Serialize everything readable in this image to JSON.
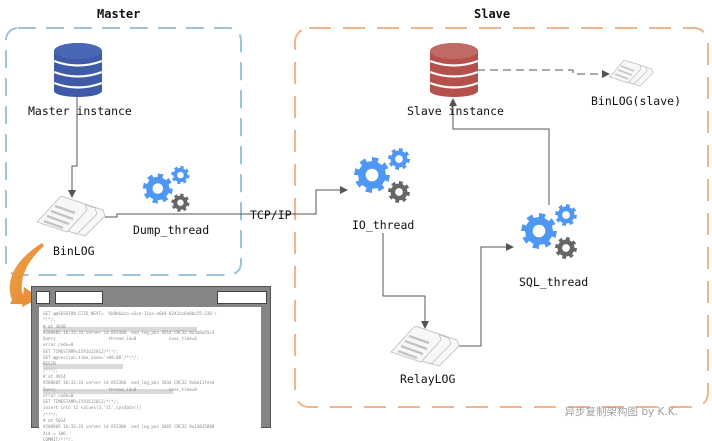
{
  "groups": {
    "master": {
      "title": "Master",
      "border_color": "#9dc3d9"
    },
    "slave": {
      "title": "Slave",
      "border_color": "#f0b48c"
    }
  },
  "nodes": {
    "master_instance": {
      "label": "Master instance",
      "icon": "database-icon",
      "color": "#3f5ba8"
    },
    "binlog": {
      "label": "BinLOG",
      "icon": "log-files-icon"
    },
    "dump_thread": {
      "label": "Dump_thread",
      "icon": "gears-icon"
    },
    "slave_instance": {
      "label": "Slave instance",
      "icon": "database-icon",
      "color": "#b5504c"
    },
    "binlog_slave": {
      "label": "BinLOG(slave)",
      "icon": "log-files-icon"
    },
    "io_thread": {
      "label": "IO_thread",
      "icon": "gears-icon"
    },
    "sql_thread": {
      "label": "SQL_thread",
      "icon": "gears-icon"
    },
    "relaylog": {
      "label": "RelayLOG",
      "icon": "log-files-icon"
    }
  },
  "edges": {
    "tcp_label": "TCP/IP"
  },
  "colors": {
    "gear_blue": "#4f97f5",
    "gear_gray": "#666666",
    "connector": "#555555",
    "callout_arrow": "#e8963e"
  },
  "log_window": {
    "lines": [
      "SET @@SESSION.GTID_NEXT= '6b8b6aca-a3ce-11ea-a6b4-0242ac0a8bc55:330'/",
      "*!*/;",
      "# at 4838",
      "#200605 16:33:33 server id 853306  end_log_pos 4914 CRC32 0x3d8a55c3",
      "Query                     thread_id=8             exec_time=0",
      "error_code=0",
      "SET TIMESTAMP=1591615812/*!*/;",
      "SET @@session.time_zone='+08:00'/*!*/;",
      "BEGIN",
      "/*!*/;",
      "# at 4914",
      "#200605 16:33:33 server id 853306  end_log_pos 5034 CRC32 0x0a11feed",
      "Query                     thread_id=8             exec_time=0",
      "error_code=0",
      "SET TIMESTAMP=1591615812/*!*/;",
      "insert into t2 values(3,'t1',sysdate())",
      "/*!*/;",
      "# at 5034",
      "#200605 16:33:33 server id 853306  end_log_pos 5065 CRC32 0x13835888",
      "Xid = 106",
      "COMMIT/*!*/;"
    ]
  },
  "watermark": "异步复制架构图 by K.K."
}
